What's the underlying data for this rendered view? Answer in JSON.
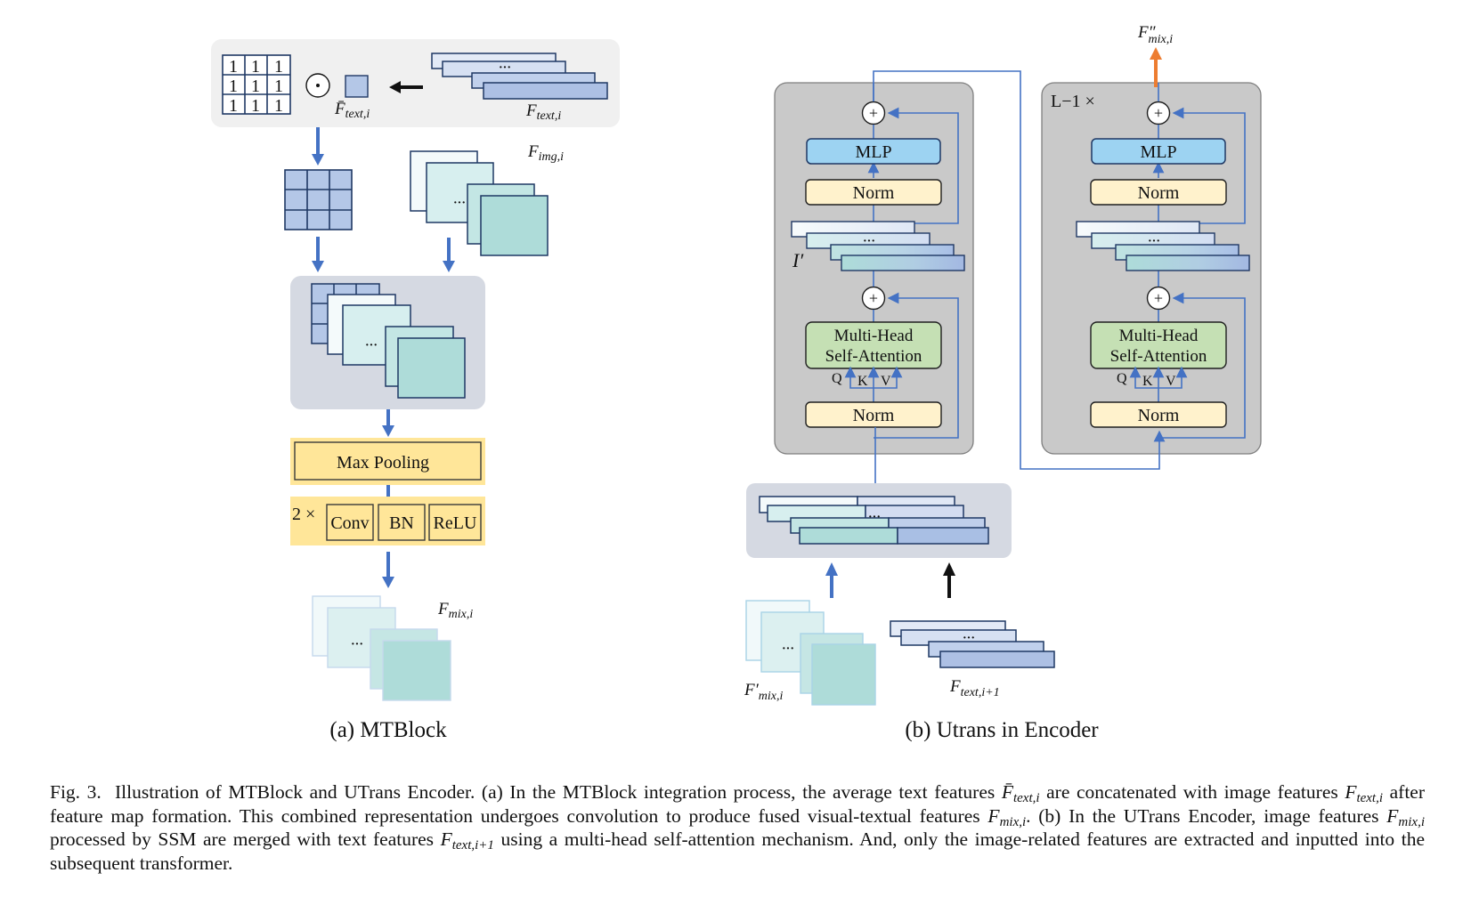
{
  "figure": {
    "subfigure_a": {
      "title": "(a) MTBlock",
      "ones_matrix": [
        "1",
        "1",
        "1",
        "1",
        "1",
        "1",
        "1",
        "1",
        "1"
      ],
      "hadamard_symbol": "⊙",
      "avg_text_label": "F̄",
      "avg_text_sub": "text,i",
      "text_features_label": "F",
      "text_features_sub": "text,i",
      "img_features_label": "F",
      "img_features_sub": "img,i",
      "max_pooling_label": "Max Pooling",
      "repeat_label": "2 ×",
      "conv_label": "Conv",
      "bn_label": "BN",
      "relu_label": "ReLU",
      "mix_features_label": "F",
      "mix_features_sub": "mix,i",
      "ellipsis": "···"
    },
    "subfigure_b": {
      "title": "(b) Utrans in Encoder",
      "output_label": "F″",
      "output_sub": "mix,i",
      "repeat_label": "L−1 ×",
      "plus_symbol": "+",
      "mlp_label": "MLP",
      "norm_label": "Norm",
      "attention_line1": "Multi-Head",
      "attention_line2": "Self-Attention",
      "q_label": "Q",
      "k_label": "K",
      "v_label": "V",
      "intermediate_label": "I′",
      "input_mix_label": "F′",
      "input_mix_sub": "mix,i",
      "input_text_label": "F",
      "input_text_sub": "text,i+1"
    },
    "colors": {
      "arrow_blue": "#4472c4",
      "arrow_orange": "#ed7d31",
      "mlp_fill": "#9dd3f2",
      "norm_fill": "#fff2cc",
      "attention_fill": "#c5e0b4",
      "block_gray": "#c9c9c9",
      "pool_yellow": "#ffe699",
      "teal": "#aedcd9",
      "text_blue": "#b4c7e7"
    }
  },
  "caption": {
    "prefix": "Fig. 3.",
    "s1": "Illustration of MTBlock and UTrans Encoder. (a) In the MTBlock integration process, the average text features ",
    "m1": "F̄",
    "m1_sub": "text,i",
    "s2": " are concatenated with image features ",
    "m2": "F",
    "m2_sub": "text,i",
    "s3": " after feature map formation. This combined representation undergoes convolution to produce fused visual-textual features ",
    "m3": "F",
    "m3_sub": "mix,i",
    "s4": ". (b) In the UTrans Encoder, image features ",
    "m4": "F",
    "m4_sub": "mix,i",
    "s5": " processed by SSM are merged with text features ",
    "m5": "F",
    "m5_sub": "text,i+1",
    "s6": " using a multi-head self-attention mechanism. And, only the image-related features are extracted and inputted into the subsequent transformer."
  }
}
